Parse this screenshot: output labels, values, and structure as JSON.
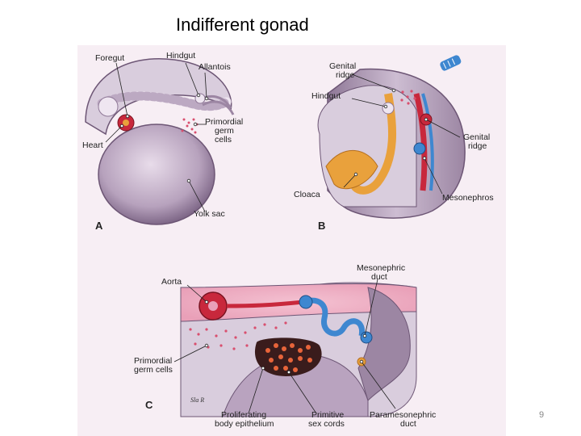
{
  "slide": {
    "title": "Indifferent gonad",
    "page_number": "9"
  },
  "panels": {
    "a": {
      "letter": "A",
      "labels": {
        "foregut": "Foregut",
        "hindgut": "Hindgut",
        "allantois": "Allantois",
        "primordial_germ_cells": [
          "Primordial",
          "germ",
          "cells"
        ],
        "heart": "Heart",
        "yolk_sac": "Yolk sac"
      }
    },
    "b": {
      "letter": "B",
      "labels": {
        "genital_ridge_top": [
          "Genital",
          "ridge"
        ],
        "hindgut": "Hindgut",
        "genital_ridge_right": [
          "Genital",
          "ridge"
        ],
        "cloaca": "Cloaca",
        "mesonephros": "Mesonephros"
      }
    },
    "c": {
      "letter": "C",
      "signature": "Sla R",
      "labels": {
        "aorta": "Aorta",
        "mesonephric_duct": [
          "Mesonephric",
          "duct"
        ],
        "primordial_germ_cells": [
          "Primordial",
          "germ cells"
        ],
        "proliferating_epithelium": [
          "Proliferating",
          "body epithelium"
        ],
        "primitive_sex_cords": [
          "Primitive",
          "sex cords"
        ],
        "paramesonephric_duct": [
          "Paramesonephric",
          "duct"
        ]
      }
    }
  },
  "colors": {
    "tissue_purple": "#b9a3bf",
    "tissue_light": "#e6dbe8",
    "heart_red": "#c8283c",
    "germ_cell_pink": "#d94f6e",
    "duct_blue": "#3e87d0",
    "cloaca_orange": "#e9a13c",
    "cord_orange": "#e8643a"
  }
}
